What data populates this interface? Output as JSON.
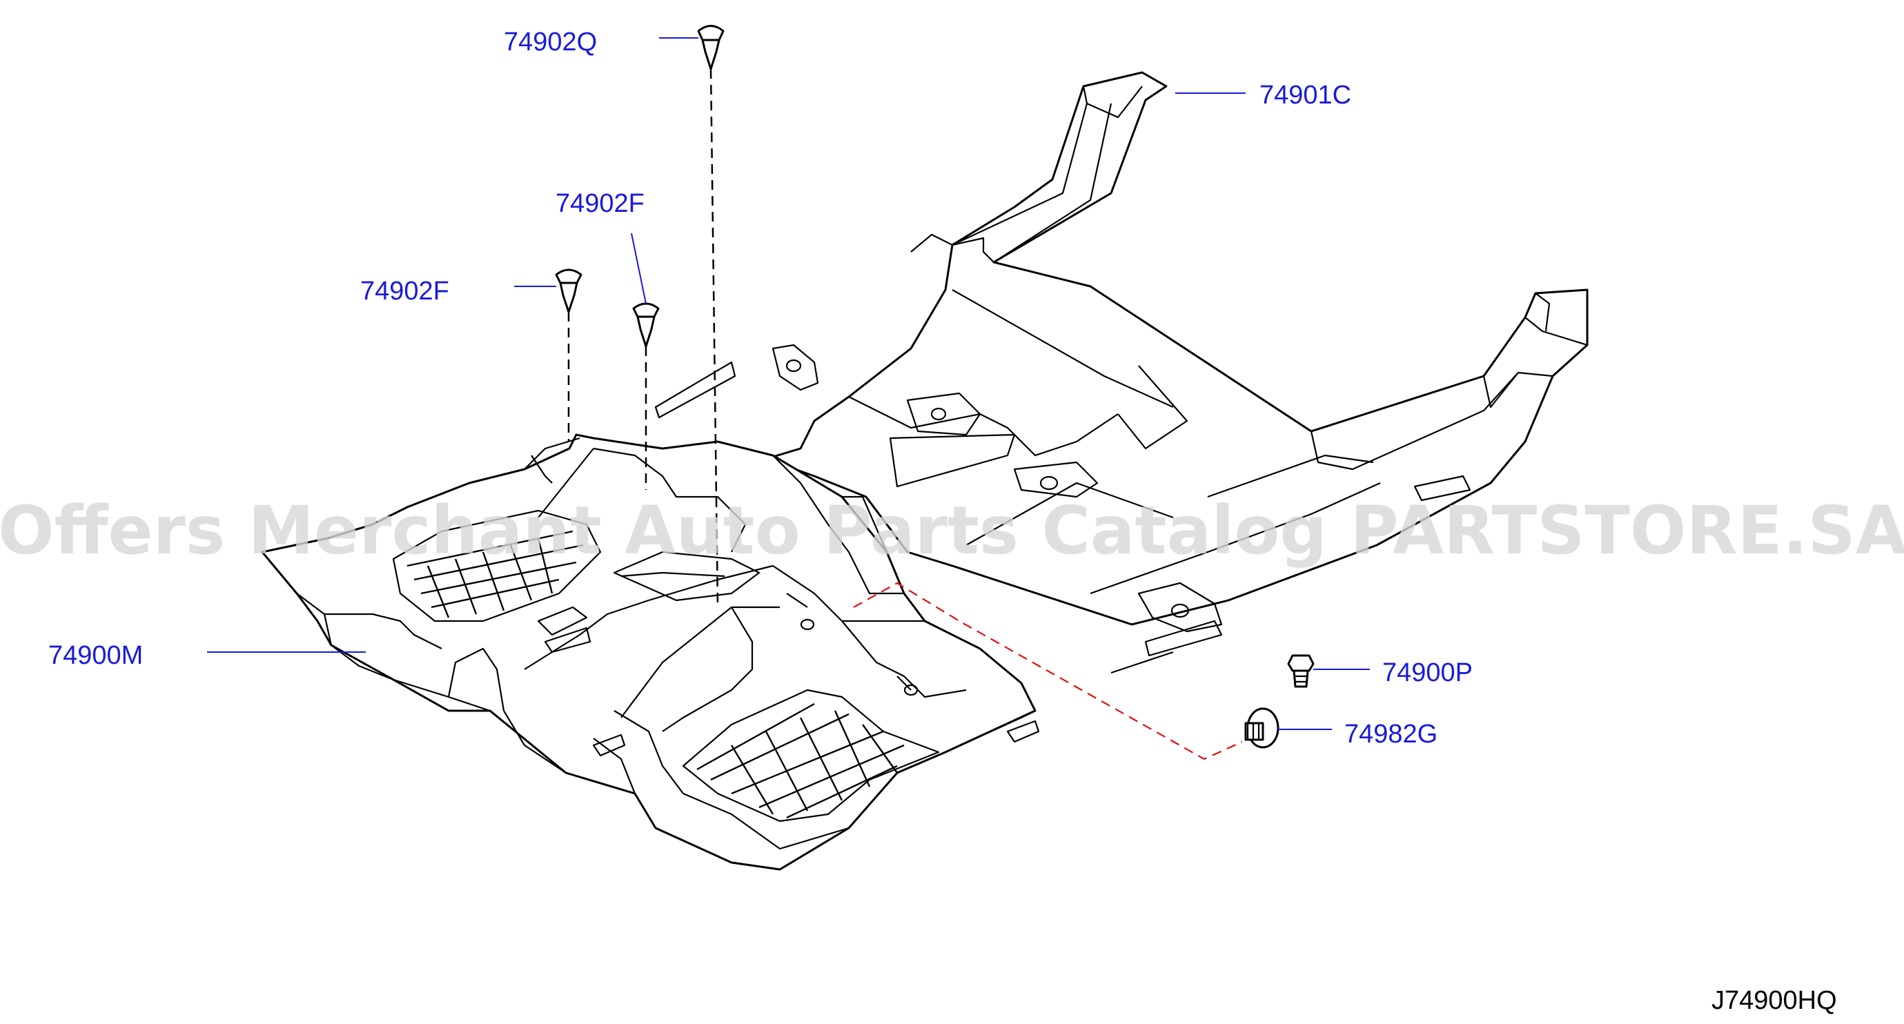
{
  "callouts": [
    {
      "id": "74902Q",
      "text": "74902Q"
    },
    {
      "id": "74901C",
      "text": "74901C"
    },
    {
      "id": "74902F-a",
      "text": "74902F"
    },
    {
      "id": "74902F-b",
      "text": "74902F"
    },
    {
      "id": "74900M",
      "text": "74900M"
    },
    {
      "id": "74900P",
      "text": "74900P"
    },
    {
      "id": "74982G",
      "text": "74982G"
    }
  ],
  "watermark": "Offers Merchant Auto Parts Catalog PARTSTORE.SA",
  "diagram_code": "J74900HQ",
  "colors": {
    "callout": "#1a1ad9",
    "leader_red": "#e01010",
    "watermark": "#d8d8d8"
  }
}
